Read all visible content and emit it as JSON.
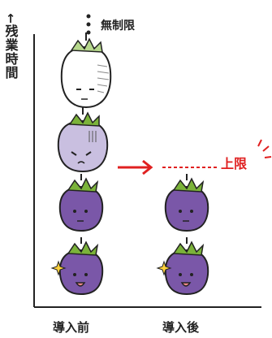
{
  "y_axis": {
    "arrow": "↑",
    "label": "残業時間"
  },
  "top_label": "無制限",
  "limit_label": "上限",
  "x_labels": {
    "before": "導入前",
    "after": "導入後"
  },
  "colors": {
    "accent_red": "#e02020",
    "eggplant_purple": "#7a57a8",
    "eggplant_pale": "#c9bfe0",
    "eggplant_white": "#ffffff",
    "stem_green": "#7bb33a"
  },
  "icons": {
    "faces": [
      "blank-face",
      "worried-face",
      "neutral-face",
      "happy-face"
    ]
  }
}
